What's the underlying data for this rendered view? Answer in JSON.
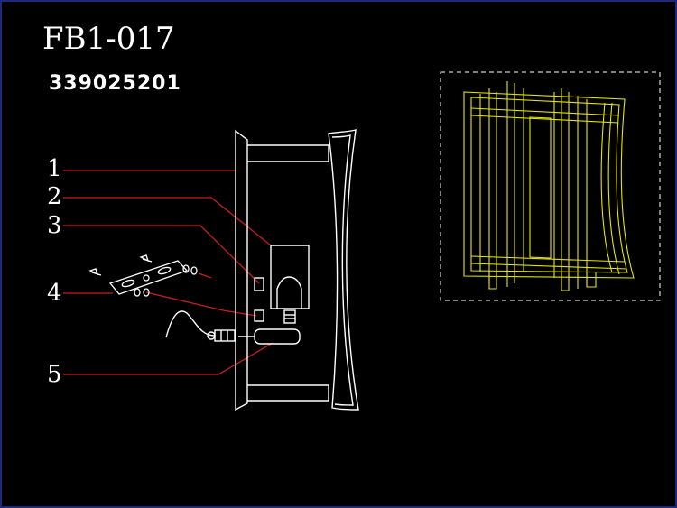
{
  "drawing": {
    "model": "FB1-017",
    "code": "339025201",
    "callouts": [
      "1",
      "2",
      "3",
      "4",
      "5"
    ]
  },
  "colors": {
    "background": "#000000",
    "line_white": "#ffffff",
    "leader_red": "#c81e1e",
    "preview_yellow": "#e6e600",
    "frame_blue": "#1c2a78"
  }
}
